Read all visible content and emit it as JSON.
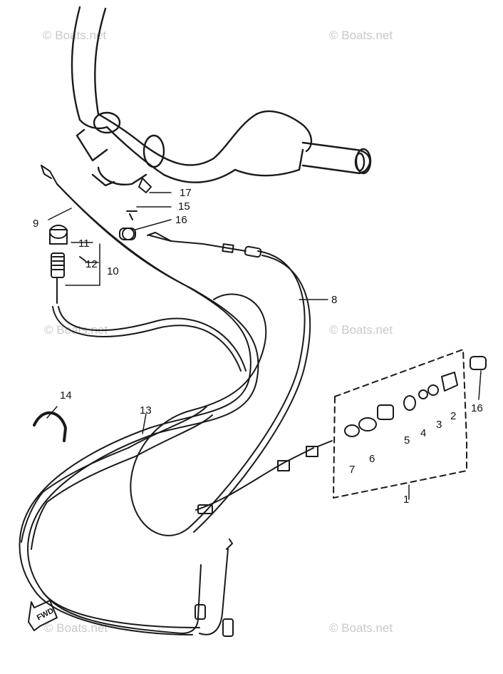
{
  "watermark": "© Boats.net",
  "fwd_label": "FWD",
  "callouts": {
    "c1": "1",
    "c2": "2",
    "c3": "3",
    "c4": "4",
    "c5": "5",
    "c6": "6",
    "c7": "7",
    "c8": "8",
    "c9": "9",
    "c10": "10",
    "c11": "11",
    "c12": "12",
    "c13": "13",
    "c14": "14",
    "c15": "15",
    "c16a": "16",
    "c16b": "16",
    "c17": "17"
  }
}
